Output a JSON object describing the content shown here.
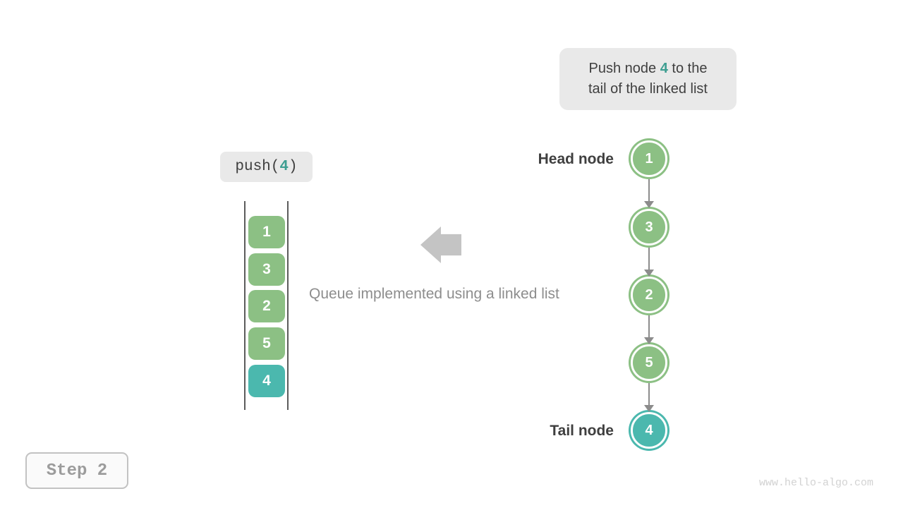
{
  "colors": {
    "green": "#8cc084",
    "teal": "#4bb8ae",
    "accent_teal": "#3d9e91",
    "tooltip_bg": "#e9e9e9",
    "dark_text": "#3f3f3f",
    "mid_gray_text": "#8d8d8d",
    "arrow_gray": "#c4c4c4",
    "connector_gray": "#8c8c8c",
    "stack_line": "#5c5c5c",
    "step_text": "#9c9c9c",
    "step_border": "#c2c2c2",
    "step_bg": "#fafafa",
    "watermark_gray": "#d2d2d2"
  },
  "tooltip": {
    "line1_prefix": "Push node ",
    "highlight": "4",
    "line1_suffix": " to the",
    "line2": "tail of the linked list"
  },
  "push_label": {
    "prefix": "push(",
    "highlight": "4",
    "suffix": ")"
  },
  "queue": {
    "items": [
      {
        "value": "1",
        "type": "green"
      },
      {
        "value": "3",
        "type": "green"
      },
      {
        "value": "2",
        "type": "green"
      },
      {
        "value": "5",
        "type": "green"
      },
      {
        "value": "4",
        "type": "teal"
      }
    ]
  },
  "caption": "Queue implemented using a linked list",
  "linked_list": {
    "head_label": "Head node",
    "tail_label": "Tail node",
    "nodes": [
      {
        "value": "1",
        "type": "green"
      },
      {
        "value": "3",
        "type": "green"
      },
      {
        "value": "2",
        "type": "green"
      },
      {
        "value": "5",
        "type": "green"
      },
      {
        "value": "4",
        "type": "teal"
      }
    ]
  },
  "step_badge": {
    "label": "Step 2"
  },
  "watermark": "www.hello-algo.com"
}
